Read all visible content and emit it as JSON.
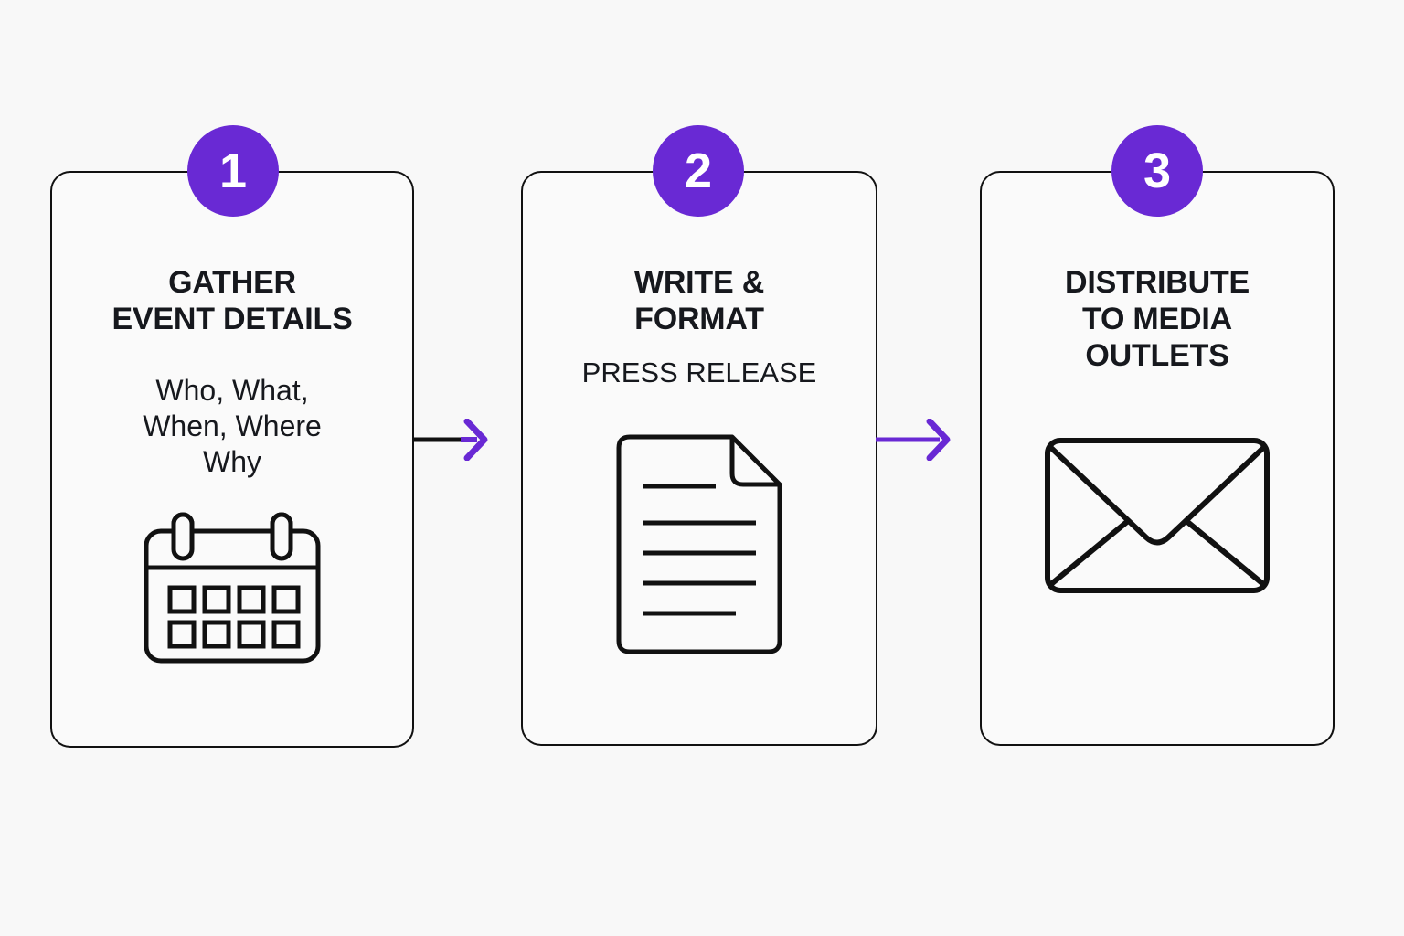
{
  "canvas": {
    "background_color": "#f8f8f8",
    "accent_color": "#6929d4",
    "line_color": "#111111"
  },
  "steps": [
    {
      "number": "1",
      "title": "GATHER\nEVENT DETAILS",
      "subtitle": "Who, What,\nWhen, Where\nWhy",
      "icon": "calendar-icon"
    },
    {
      "number": "2",
      "title": "WRITE &\nFORMAT",
      "subtitle": "PRESS RELEASE",
      "icon": "document-icon"
    },
    {
      "number": "3",
      "title": "DISTRIBUTE\nTO MEDIA\nOUTLETS",
      "subtitle": "",
      "icon": "envelope-icon"
    }
  ],
  "connectors": [
    {
      "name": "arrow-step1-to-step2",
      "shaft_color": "#111111",
      "head_color": "#6929d4"
    },
    {
      "name": "arrow-step2-to-step3",
      "shaft_color": "#6929d4",
      "head_color": "#6929d4"
    }
  ]
}
